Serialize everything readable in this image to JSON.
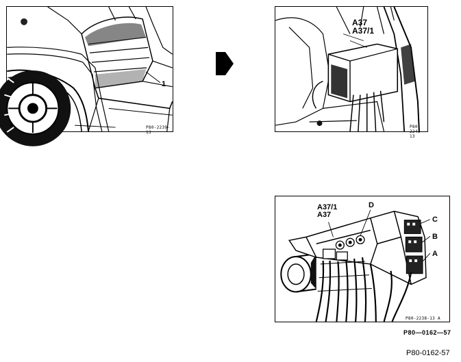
{
  "panels": [
    {
      "caption": "P80-2239-13",
      "callouts": [
        {
          "text": "1"
        }
      ]
    },
    {
      "caption": "P80-2241-13",
      "callouts": [
        {
          "text": "A37"
        },
        {
          "text": "A37/1"
        }
      ]
    },
    {
      "caption": "P80-2238-13 A",
      "callouts": [
        {
          "text": "A37/1"
        },
        {
          "text": "A37"
        },
        {
          "text": "D"
        },
        {
          "text": "C"
        },
        {
          "text": "B"
        },
        {
          "text": "A"
        }
      ]
    }
  ],
  "figure_ref": "P80—0162—57",
  "footer_ref": "P80-0162-57",
  "icons": {
    "sequence_arrow": "arrow-right-icon"
  }
}
